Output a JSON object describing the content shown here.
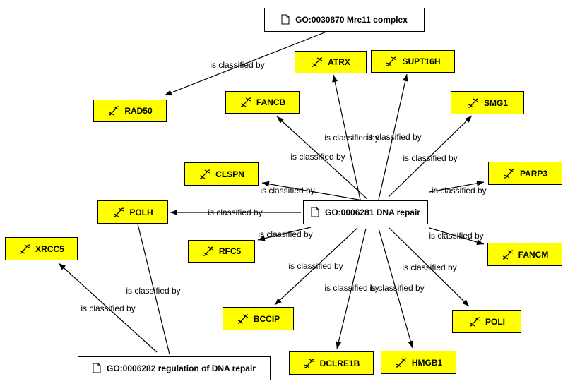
{
  "edge_label": "is classified by",
  "icons": {
    "gene": "dna-icon",
    "term": "document-icon"
  },
  "colors": {
    "gene_fill": "#ffff00",
    "term_fill": "#ffffff",
    "edge": "#000000"
  },
  "terms": {
    "mre11": "GO:0030870 Mre11 complex",
    "dna_repair": "GO:0006281 DNA repair",
    "regulation": "GO:0006282 regulation of DNA repair"
  },
  "genes": {
    "rad50": "RAD50",
    "atrx": "ATRX",
    "supt16h": "SUPT16H",
    "fancb": "FANCB",
    "smg1": "SMG1",
    "clspn": "CLSPN",
    "parp3": "PARP3",
    "polh": "POLH",
    "xrcc5": "XRCC5",
    "rfc5": "RFC5",
    "fancm": "FANCM",
    "bccip": "BCCIP",
    "poli": "POLI",
    "dclre1b": "DCLRE1B",
    "hmgb1": "HMGB1"
  }
}
